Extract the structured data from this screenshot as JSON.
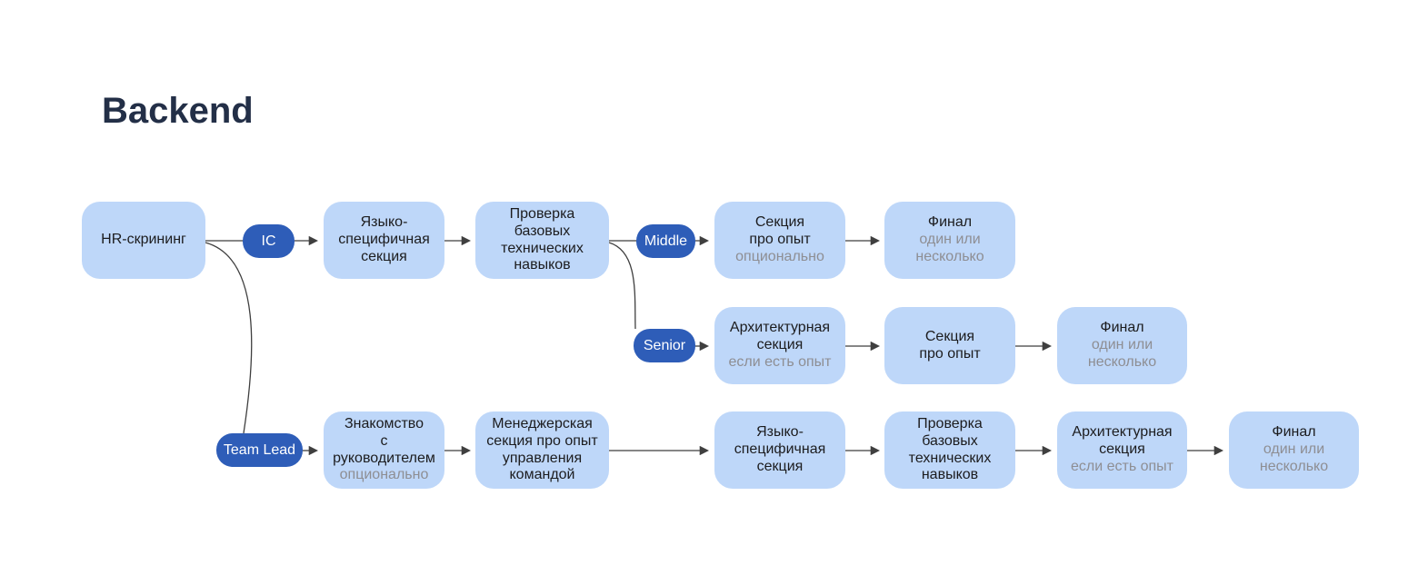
{
  "page": {
    "title": "Backend"
  },
  "colors": {
    "background": "#ffffff",
    "node_fill": "#bed7f9",
    "pill_fill": "#2e5db8",
    "pill_text": "#ffffff",
    "node_text": "#1c1c1e",
    "node_subtext": "#8e8e93",
    "edge": "#3f3f3f",
    "title_text": "#232f47"
  },
  "pills": [
    {
      "label": "IC"
    },
    {
      "label": "Middle"
    },
    {
      "label": "Senior"
    },
    {
      "label": "Team Lead"
    }
  ],
  "nodes": [
    {
      "title": "HR-скрининг",
      "subtitle": ""
    },
    {
      "title": "Языко-\nспецифичная\nсекция",
      "subtitle": ""
    },
    {
      "title": "Проверка базовых\nтехнических\nнавыков",
      "subtitle": ""
    },
    {
      "title": "Секция\nпро опыт",
      "subtitle": "опционально"
    },
    {
      "title": "Финал",
      "subtitle": "один или\nнесколько"
    },
    {
      "title": "Архитектурная\nсекция",
      "subtitle": "если есть опыт"
    },
    {
      "title": "Секция\nпро опыт",
      "subtitle": ""
    },
    {
      "title": "Финал",
      "subtitle": "один или\nнесколько"
    },
    {
      "title": "Знакомство\nс руководителем",
      "subtitle": "опционально"
    },
    {
      "title": "Менеджерская\nсекция про опыт\nуправления\nкомандой",
      "subtitle": ""
    },
    {
      "title": "Языко-\nспецифичная\nсекция",
      "subtitle": ""
    },
    {
      "title": "Проверка базовых\nтехнических\nнавыков",
      "subtitle": ""
    },
    {
      "title": "Архитектурная\nсекция",
      "subtitle": "если есть опыт"
    },
    {
      "title": "Финал",
      "subtitle": "один или\nнесколько"
    }
  ]
}
